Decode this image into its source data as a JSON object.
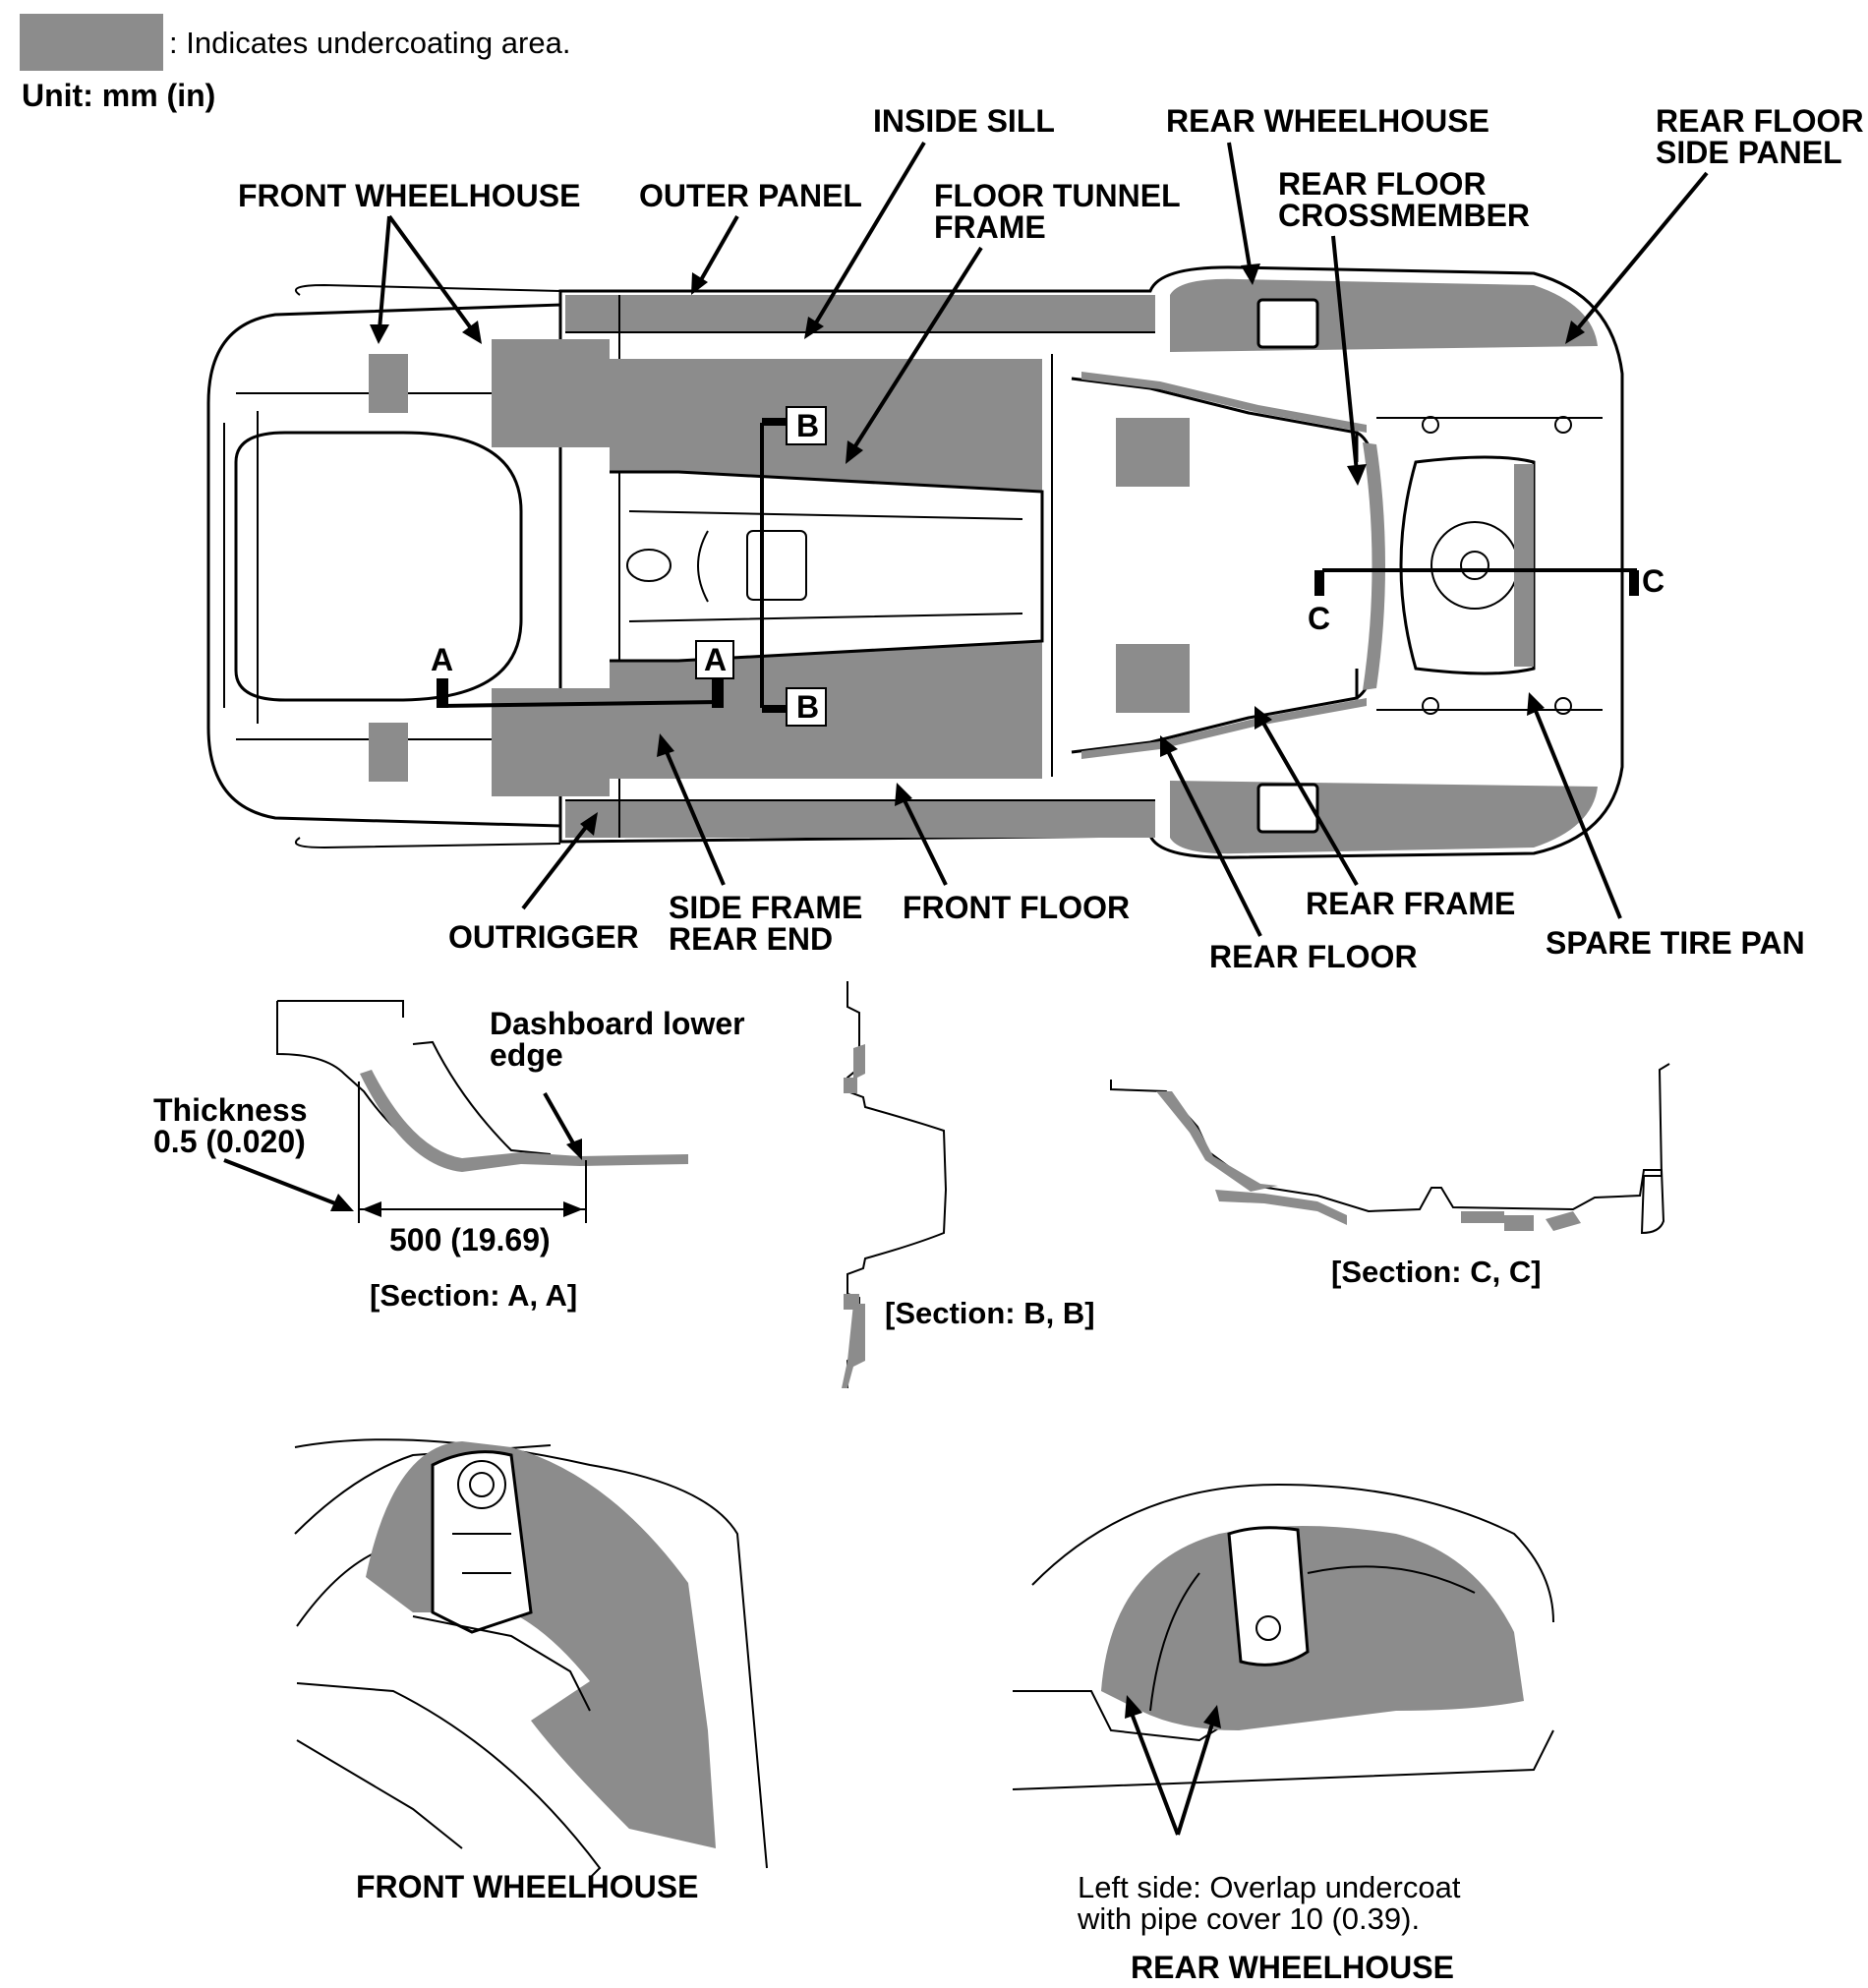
{
  "legend": {
    "swatch_color": "#8c8c8c",
    "text": ": Indicates undercoating area.",
    "unit": "Unit: mm (in)"
  },
  "labels": {
    "inside_sill": "INSIDE SILL",
    "rear_wheelhouse_top": "REAR WHEELHOUSE",
    "rear_floor_side_panel_1": "REAR FLOOR",
    "rear_floor_side_panel_2": "SIDE PANEL",
    "front_wheelhouse_top": "FRONT WHEELHOUSE",
    "outer_panel": "OUTER PANEL",
    "floor_tunnel_frame_1": "FLOOR TUNNEL",
    "floor_tunnel_frame_2": "FRAME",
    "rear_floor_crossmember_1": "REAR FLOOR",
    "rear_floor_crossmember_2": "CROSSMEMBER",
    "outrigger": "OUTRIGGER",
    "side_frame_rear_end_1": "SIDE FRAME",
    "side_frame_rear_end_2": "REAR END",
    "front_floor": "FRONT FLOOR",
    "rear_frame": "REAR FRAME",
    "rear_floor": "REAR FLOOR",
    "spare_tire_pan": "SPARE TIRE PAN"
  },
  "section_marks": {
    "a": "A",
    "b": "B",
    "c": "C"
  },
  "section_a": {
    "dashboard_1": "Dashboard lower",
    "dashboard_2": "edge",
    "thickness_1": "Thickness",
    "thickness_2": "0.5 (0.020)",
    "dimension": "500 (19.69)",
    "caption": "[Section: A, A]"
  },
  "section_b": {
    "caption": "[Section: B, B]"
  },
  "section_c": {
    "caption": "[Section: C, C]"
  },
  "front_wheelhouse": {
    "caption": "FRONT WHEELHOUSE"
  },
  "rear_wheelhouse": {
    "note_1": "Left side: Overlap undercoat",
    "note_2": "with pipe cover 10 (0.39).",
    "caption": "REAR WHEELHOUSE"
  }
}
